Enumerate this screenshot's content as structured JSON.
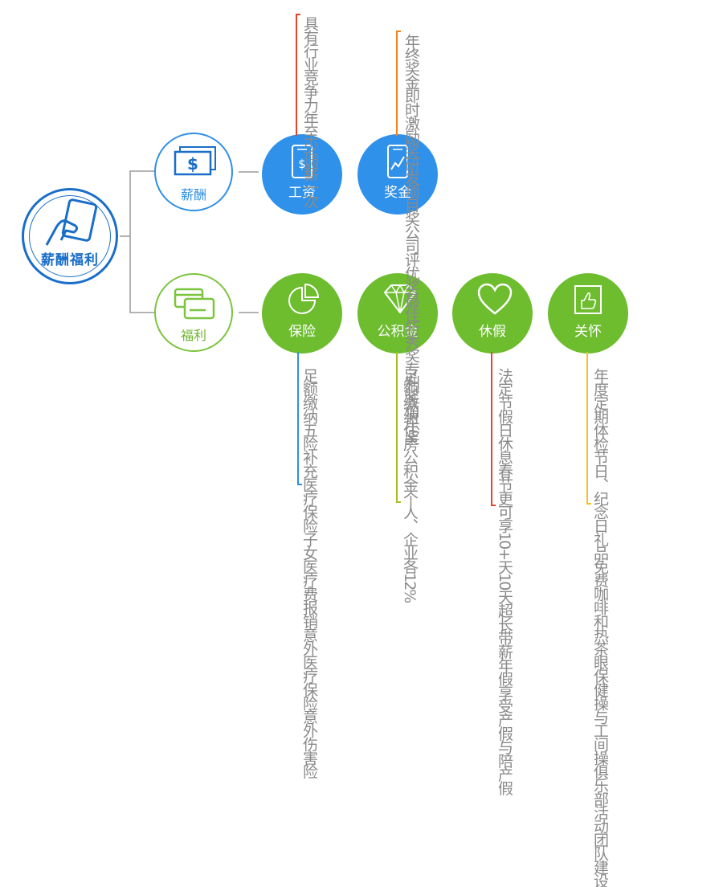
{
  "root": {
    "label": "薪酬福利",
    "icon": "hand-card-icon"
  },
  "categories": [
    {
      "label": "薪酬",
      "icon": "dollar-bill-icon",
      "color": "#2f8fe6"
    },
    {
      "label": "福利",
      "icon": "cards-icon",
      "color": "#7bc43d"
    }
  ],
  "items": [
    {
      "label": "工资",
      "icon": "phone-dollar-icon",
      "color": "#2f91ea",
      "bar_color": "#e5432b",
      "lines": [
        "具有行业竞争力",
        "年至少调薪一次"
      ]
    },
    {
      "label": "奖金",
      "icon": "phone-chart-icon",
      "color": "#2f91ea",
      "bar_color": "#f0831c",
      "lines": [
        "年终奖金",
        "即时激励奖",
        "研发项目奖",
        "公司评优奖",
        "最佳新秀奖",
        "专利奖",
        "伯乐奖"
      ]
    },
    {
      "label": "保险",
      "icon": "pie-chart-icon",
      "color": "#6dbd2f",
      "bar_color": "#2e8fe4",
      "lines": [
        "足额缴纳五险",
        "补充医疗保险",
        "子女医疗费报销",
        "意外医疗保险",
        "意外伤害险"
      ]
    },
    {
      "label": "公积金",
      "icon": "diamond-icon",
      "color": "#6dbd2f",
      "bar_color": "#a5bf23",
      "lines": [
        "足额缴纳住房公积金",
        "个人、企业各12%"
      ]
    },
    {
      "label": "休假",
      "icon": "heart-icon",
      "color": "#6dbd2f",
      "bar_color": "#e5432b",
      "lines": [
        "法定节假日休息",
        "春节更可享10+天",
        "10天超长带薪年假",
        "享受产假与陪产假"
      ]
    },
    {
      "label": "关怀",
      "icon": "thumbs-up-icon",
      "color": "#6dbd2f",
      "bar_color": "#f3c21c",
      "lines": [
        "年度定期体检",
        "节日、纪念日礼品",
        "免费咖啡和热茶",
        "眼保健操与工间操",
        "俱乐部活动",
        "团队建设"
      ]
    }
  ],
  "connector_color": "#9a9a9a"
}
